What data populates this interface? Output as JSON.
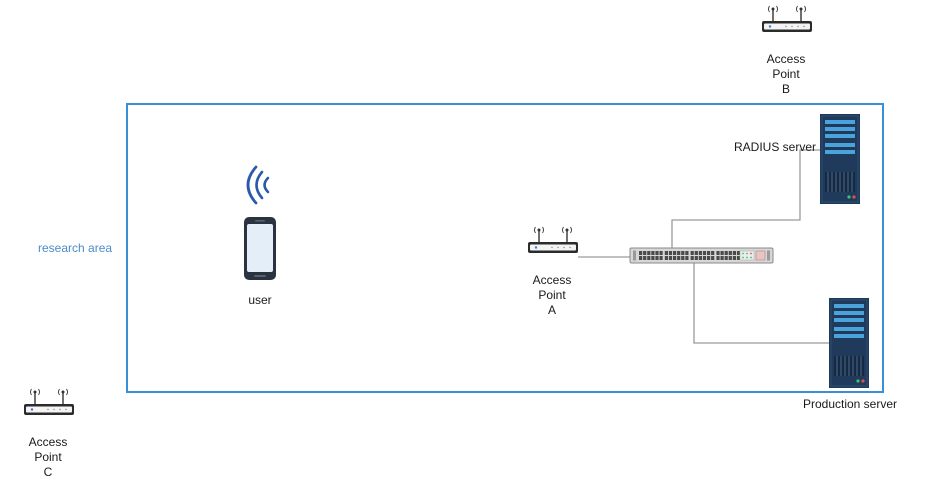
{
  "colors": {
    "area_border": "#3a8fd6",
    "area_label": "#4a8cc9",
    "link": "#9a9a9a",
    "wifi_arc": "#2a5aa8",
    "server_body": "#1f3a5a",
    "server_bay": "#4aa3db"
  },
  "area": {
    "label": "research area"
  },
  "nodes": {
    "user": {
      "label": "user",
      "icon": "smartphone-icon"
    },
    "ap_a": {
      "label": "Access\nPoint\nA",
      "icon": "access-point-icon"
    },
    "ap_b": {
      "label": "Access\nPoint\nB",
      "icon": "access-point-icon"
    },
    "ap_c": {
      "label": "Access\nPoint\nC",
      "icon": "access-point-icon"
    },
    "switch": {
      "icon": "network-switch-icon"
    },
    "radius": {
      "label": "RADIUS server",
      "icon": "server-icon"
    },
    "production": {
      "label": "Production server",
      "icon": "server-icon"
    }
  }
}
